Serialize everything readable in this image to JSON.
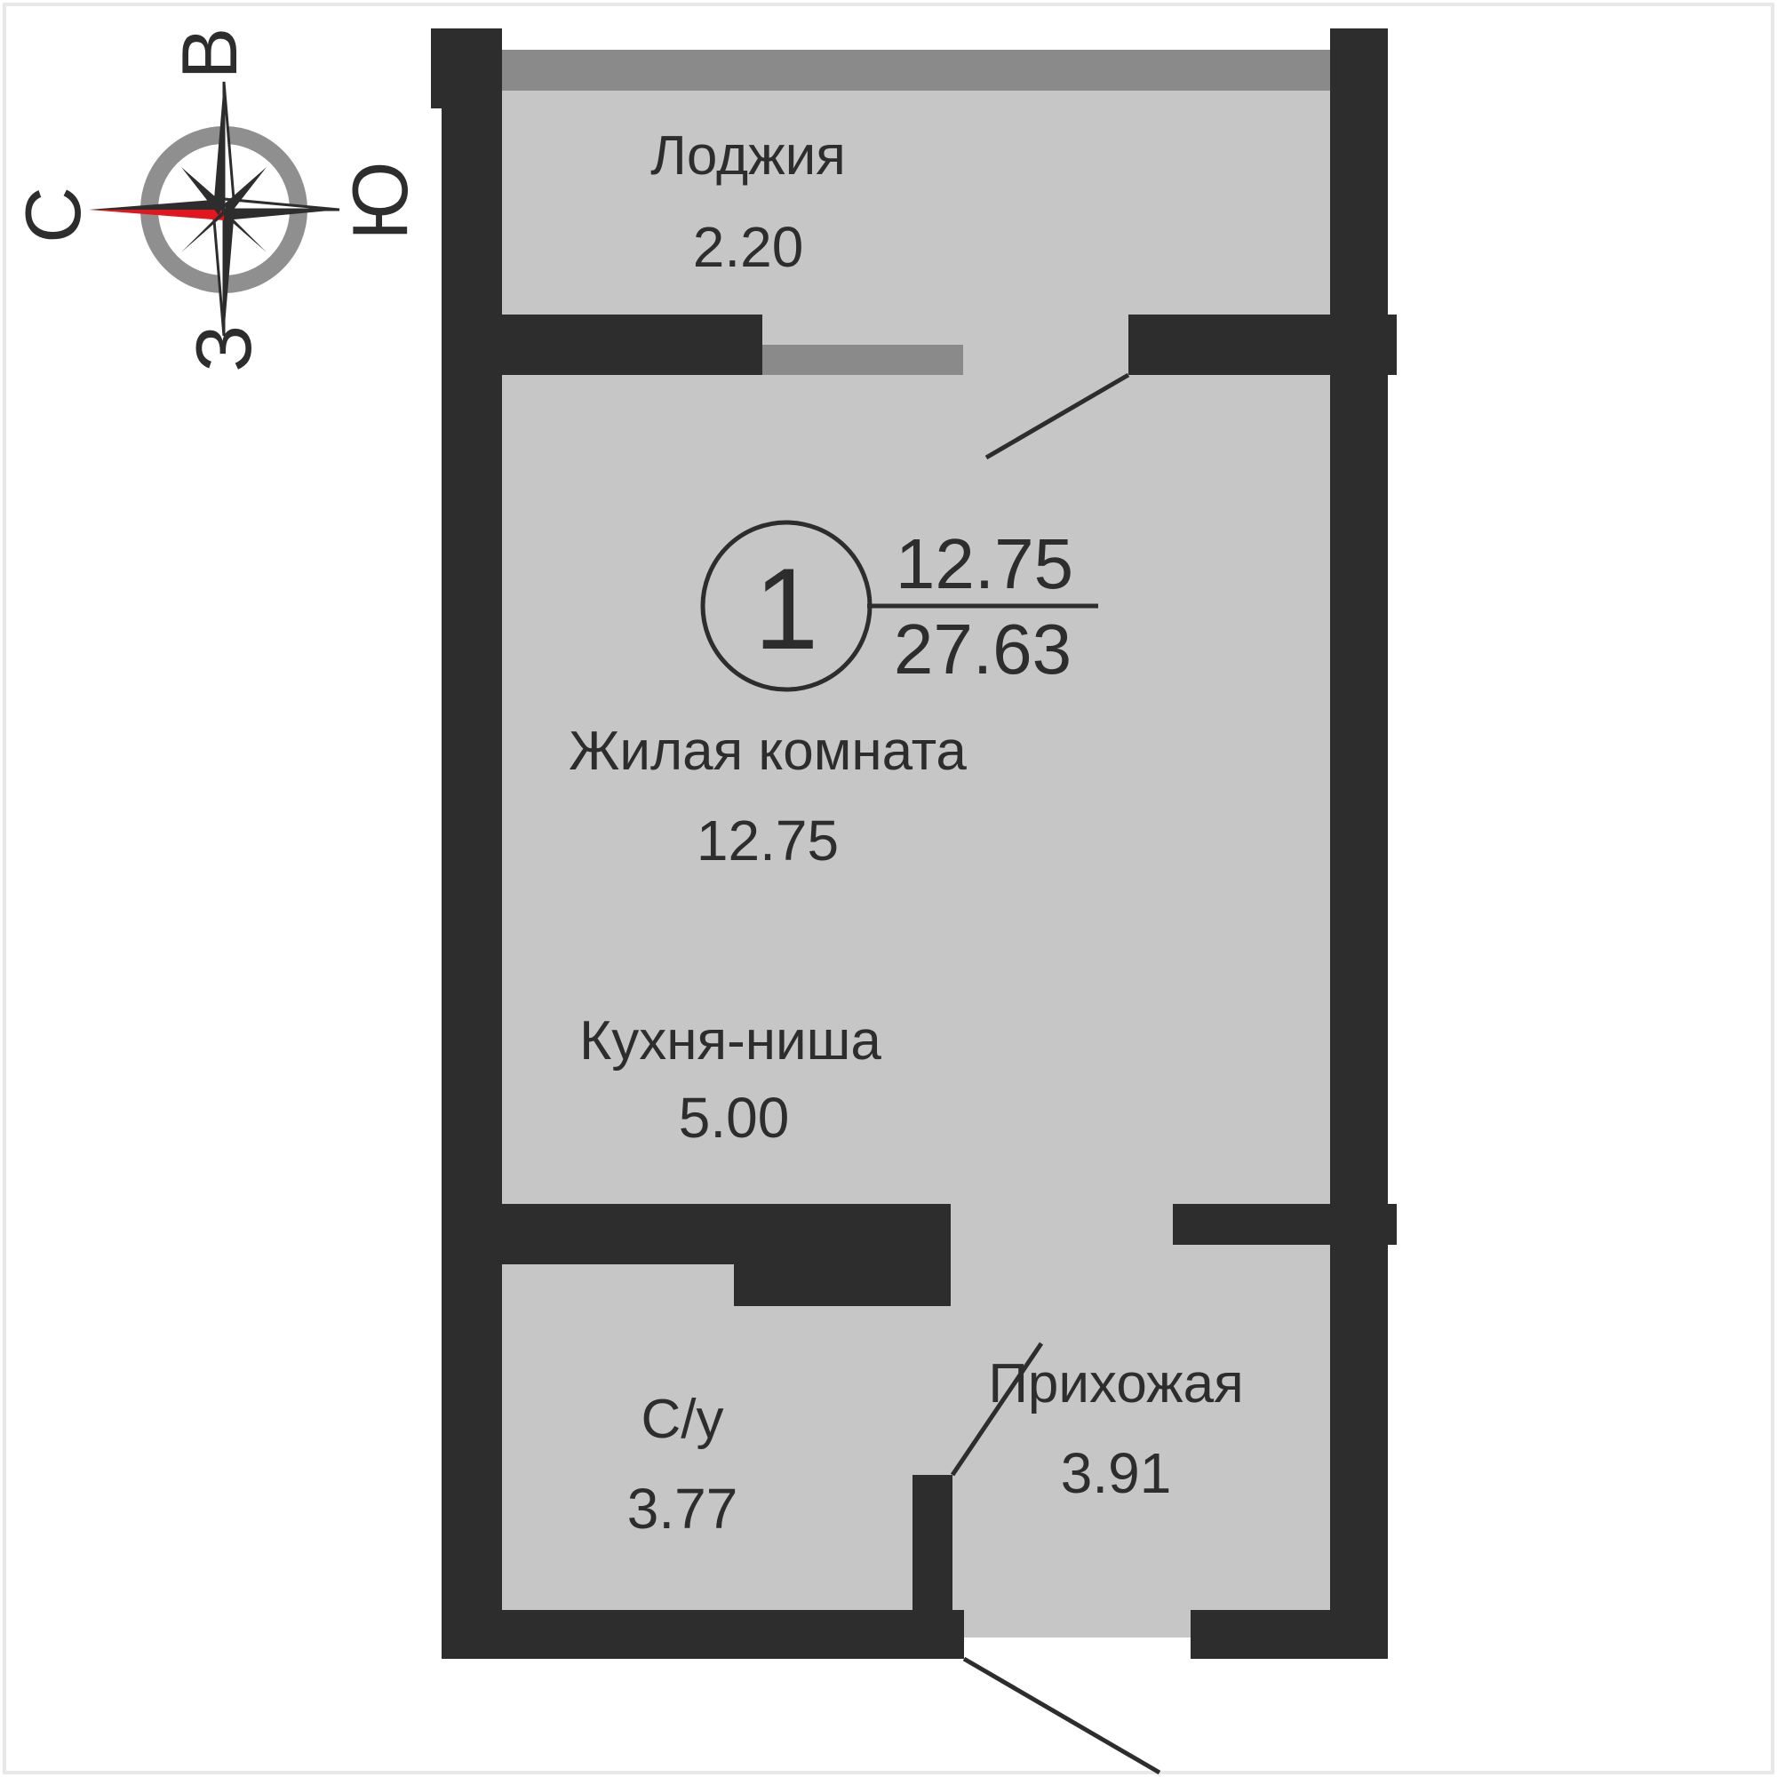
{
  "colors": {
    "wall": "#2d2d2d",
    "floor": "#c6c6c6",
    "window": "#8a8a8a",
    "compass_ring": "#8f8f8f",
    "compass_accent": "#e1161f"
  },
  "compass": {
    "north": "С",
    "south": "Ю",
    "east": "В",
    "west": "З"
  },
  "apartment": {
    "rooms_count": "1",
    "living_area": "12.75",
    "total_area": "27.63"
  },
  "rooms": {
    "loggia": {
      "name": "Лоджия",
      "area": "2.20"
    },
    "living": {
      "name": "Жилая комната",
      "area": "12.75"
    },
    "kitchen": {
      "name": "Кухня-ниша",
      "area": "5.00"
    },
    "bathroom": {
      "name": "С/у",
      "area": "3.77"
    },
    "hallway": {
      "name": "Прихожая",
      "area": "3.91"
    }
  }
}
